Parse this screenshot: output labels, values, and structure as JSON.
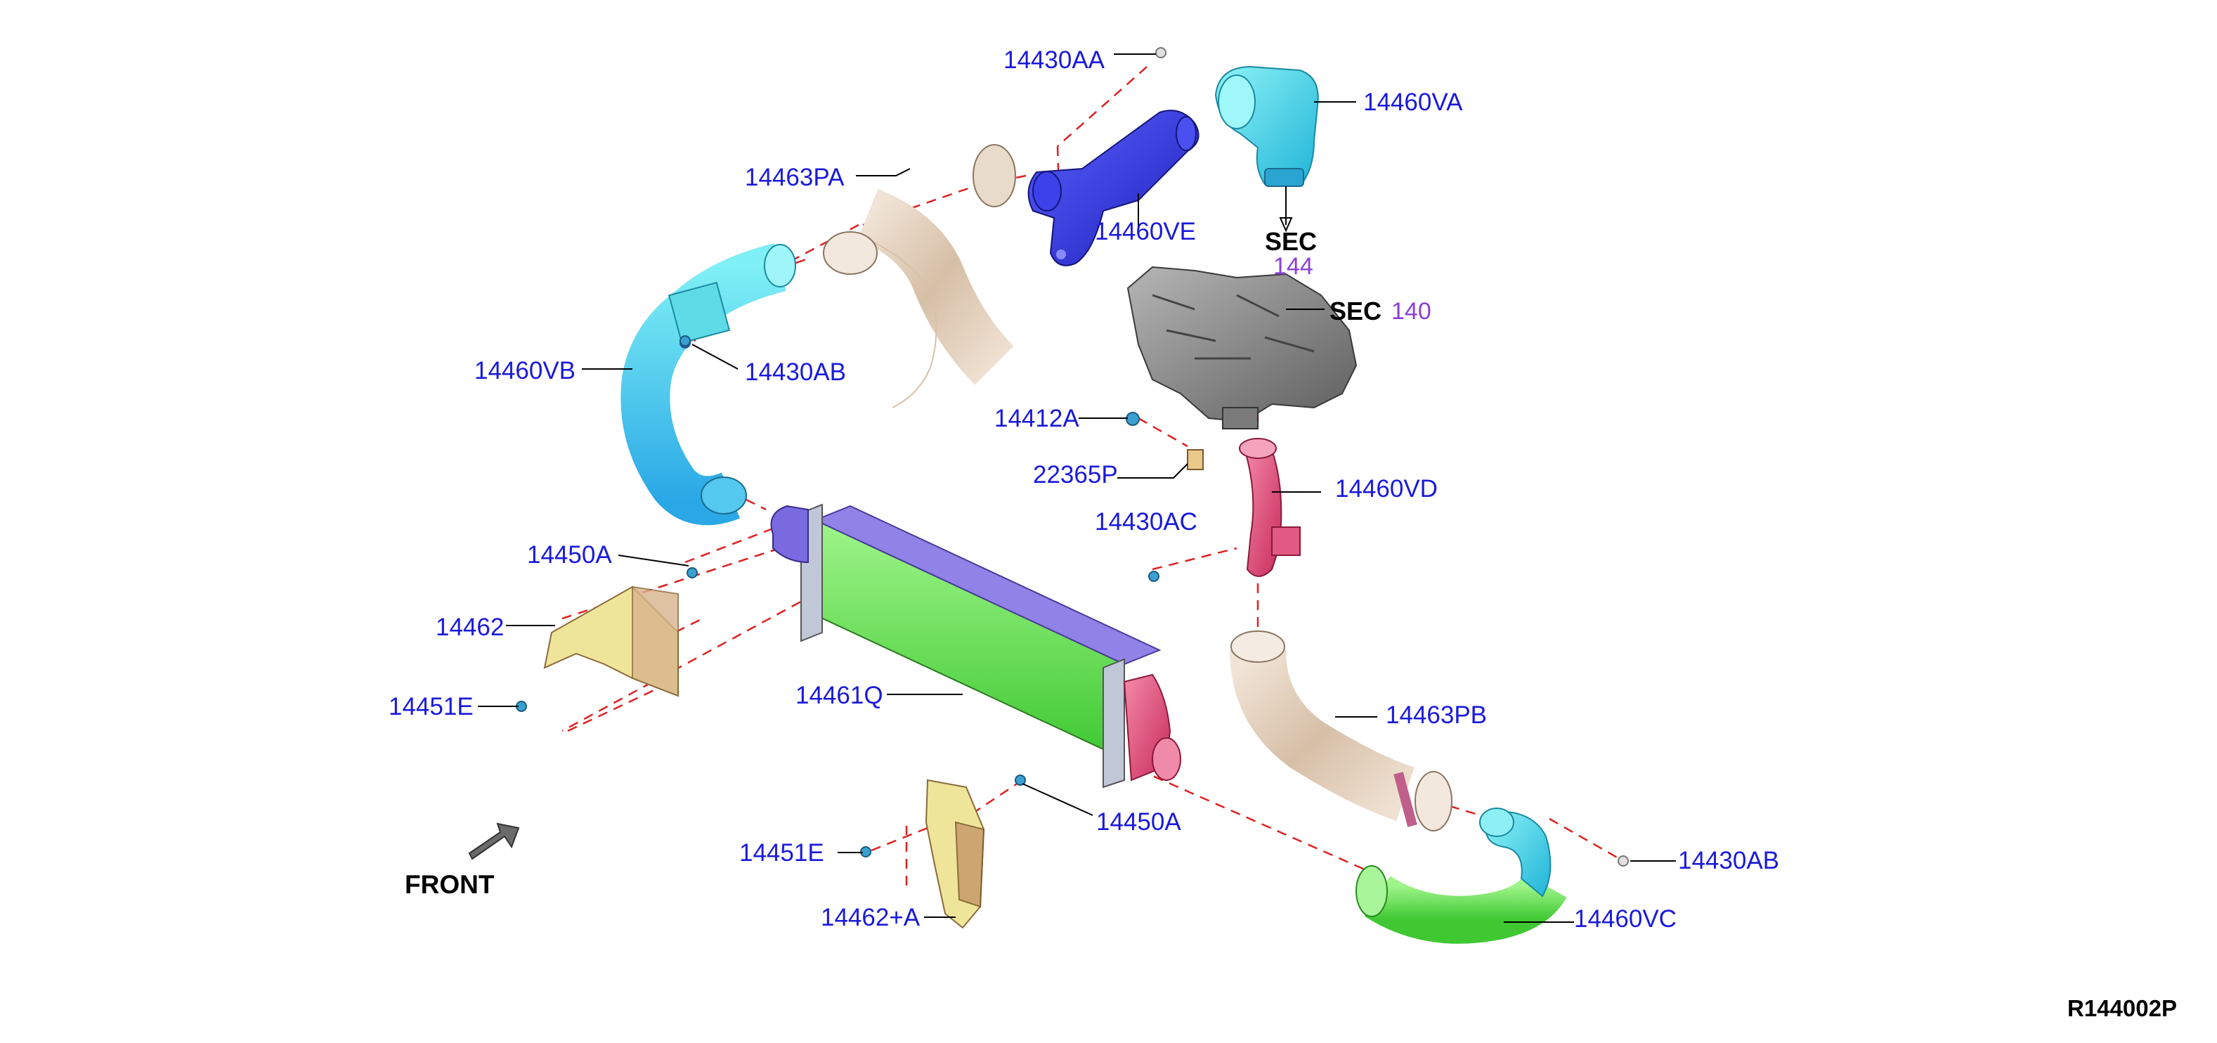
{
  "part_labels": {
    "p14430AA": "14430AA",
    "p14460VA": "14460VA",
    "p14463PA": "14463PA",
    "p14460VE": "14460VE",
    "p14460VB": "14460VB",
    "p14430AB_top": "14430AB",
    "p14412A": "14412A",
    "p22365P": "22365P",
    "p14460VD": "14460VD",
    "p14430AC": "14430AC",
    "p14450A_left": "14450A",
    "p14462": "14462",
    "p14451E_left": "14451E",
    "p14461Q": "14461Q",
    "p14463PB": "14463PB",
    "p14450A_bottom": "14450A",
    "p14451E_bottom": "14451E",
    "p14430AB_right": "14430AB",
    "p14462A": "14462+A",
    "p14460VC": "14460VC"
  },
  "section_refs": {
    "sec144_word": "SEC",
    "sec144_num": "144",
    "sec140_word": "SEC",
    "sec140_num": "140"
  },
  "front_label": "FRONT",
  "diagram_code": "R144002P",
  "colors": {
    "label_blue": "#1a1adb",
    "section_purple": "#8a3fd6",
    "leader_red": "#e02020",
    "cyan_part": "#37d3e0",
    "blue_part": "#2b2fd8",
    "pink_part": "#e2457a",
    "beige_hose": "#d8c2ab",
    "green_part": "#5ee24a",
    "purple_core": "#8f7ee6",
    "yellow_bracket": "#efe59a",
    "engine_gray": "#8e8e8e"
  }
}
